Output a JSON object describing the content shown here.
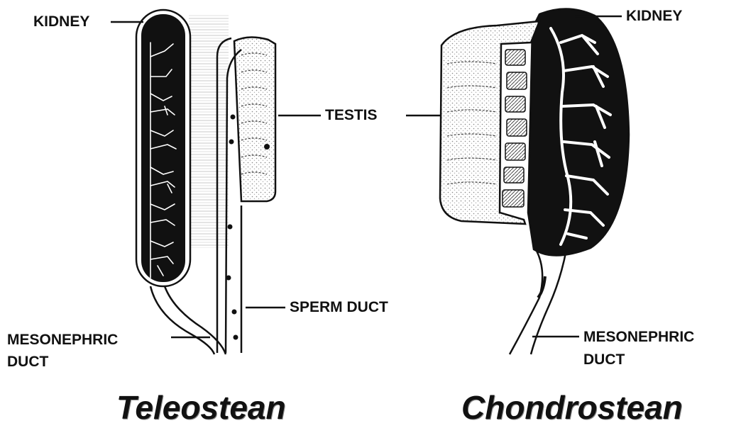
{
  "left_diagram": {
    "caption": "Teleostean",
    "labels": {
      "kidney": "KIDNEY",
      "testis": "TESTIS",
      "sperm_duct": "SPERM DUCT",
      "mesonephric_line1": "MESONEPHRIC",
      "mesonephric_line2": "DUCT"
    }
  },
  "right_diagram": {
    "caption": "Chondrostean",
    "labels": {
      "kidney": "KIDNEY",
      "mesonephric_line1": "MESONEPHRIC",
      "mesonephric_line2": "DUCT"
    }
  },
  "colors": {
    "ink": "#111111",
    "paper": "#ffffff",
    "dots": "#999999"
  }
}
